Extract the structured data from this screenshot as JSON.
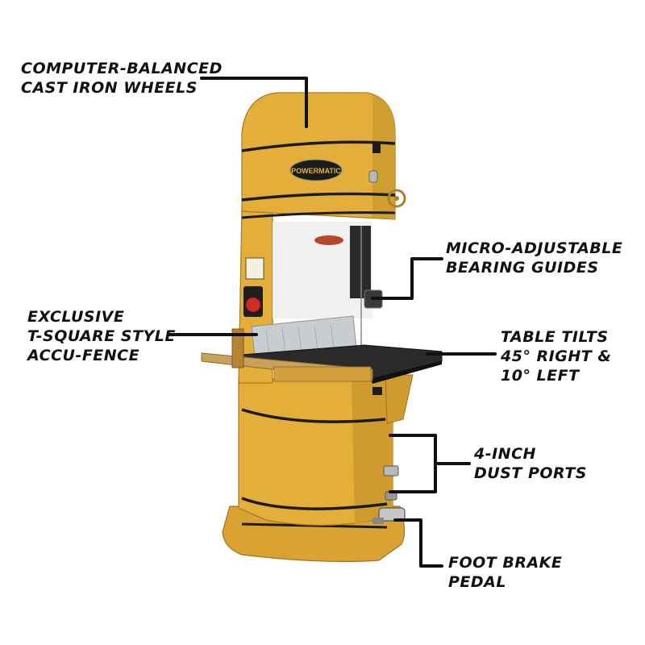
{
  "product": {
    "brand_logo": "POWERMATIC"
  },
  "callouts": {
    "wheels": [
      "COMPUTER-BALANCED",
      "CAST IRON WHEELS"
    ],
    "guides": [
      "MICRO-ADJUSTABLE",
      "BEARING GUIDES"
    ],
    "fence": [
      "EXCLUSIVE",
      "T-SQUARE STYLE",
      "ACCU-FENCE"
    ],
    "table": [
      "TABLE TILTS",
      "45° RIGHT &",
      "10° LEFT"
    ],
    "dust": [
      "4-INCH",
      "DUST PORTS"
    ],
    "brake": [
      "FOOT BRAKE",
      "PEDAL"
    ]
  },
  "colors": {
    "machine_yellow": "#e3ae3a",
    "machine_shadow": "#c8922a",
    "trim_black": "#1b1b1b",
    "table_black": "#2a2a2a",
    "fence_aluminum": "#c9cdd2",
    "switch_red": "#d22a25",
    "leader_line": "#111111",
    "label_text": "#111111"
  }
}
